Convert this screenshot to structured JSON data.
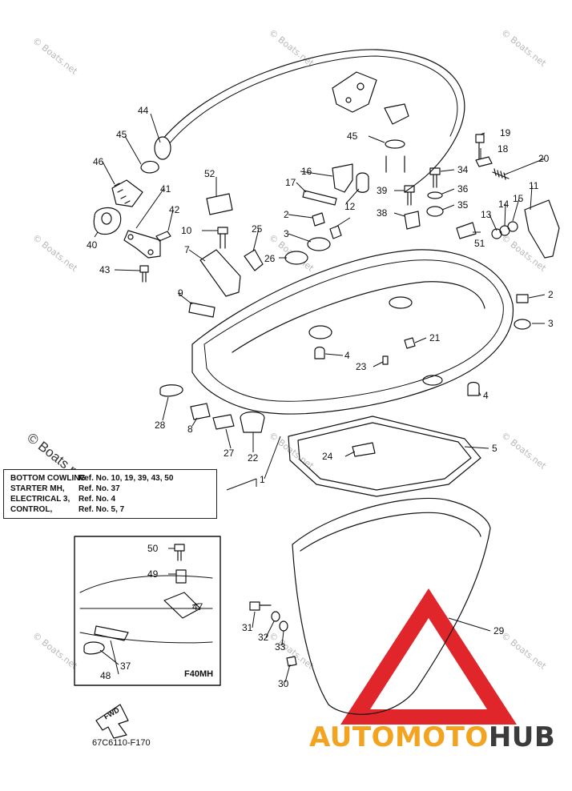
{
  "watermark": "© Boats.net",
  "watermark_large": "© Boats.net",
  "callouts": {
    "c1": "1",
    "c2": "2",
    "c2b": "2",
    "c3": "3",
    "c3b": "3",
    "c4": "4",
    "c4b": "4",
    "c5": "5",
    "c7": "7",
    "c8": "8",
    "c9": "9",
    "c10": "10",
    "c11": "11",
    "c12": "12",
    "c13": "13",
    "c14": "14",
    "c15": "15",
    "c16": "16",
    "c17": "17",
    "c18": "18",
    "c19": "19",
    "c20": "20",
    "c21": "21",
    "c22": "22",
    "c23": "23",
    "c24": "24",
    "c25": "25",
    "c26": "26",
    "c27": "27",
    "c28": "28",
    "c29": "29",
    "c30": "30",
    "c31": "31",
    "c32": "32",
    "c33": "33",
    "c34": "34",
    "c35": "35",
    "c36": "36",
    "c37": "37",
    "c38": "38",
    "c39": "39",
    "c40": "40",
    "c41": "41",
    "c42": "42",
    "c43": "43",
    "c44": "44",
    "c45": "45",
    "c45b": "45",
    "c46": "46",
    "c47": "47",
    "c48": "48",
    "c49": "49",
    "c50": "50",
    "c51": "51",
    "c52": "52"
  },
  "legend": {
    "rows": [
      {
        "key": "BOTTOM COWLING",
        "value": "Ref. No. 10, 19, 39, 43, 50"
      },
      {
        "key": "STARTER MH,",
        "value": "Ref. No. 37"
      },
      {
        "key": "ELECTRICAL 3,",
        "value": "Ref. No. 4"
      },
      {
        "key": "CONTROL,",
        "value": "Ref. No. 5, 7"
      }
    ]
  },
  "inset": {
    "title": "F40MH"
  },
  "fwd_label": "FWD",
  "doc_ref": "67C6110-F170",
  "brand": {
    "part1": "AUTOMOTO",
    "part2": "HUB",
    "color1": "#f2a320",
    "color2": "#3b3b3b",
    "triangle_color": "#e0262a"
  }
}
